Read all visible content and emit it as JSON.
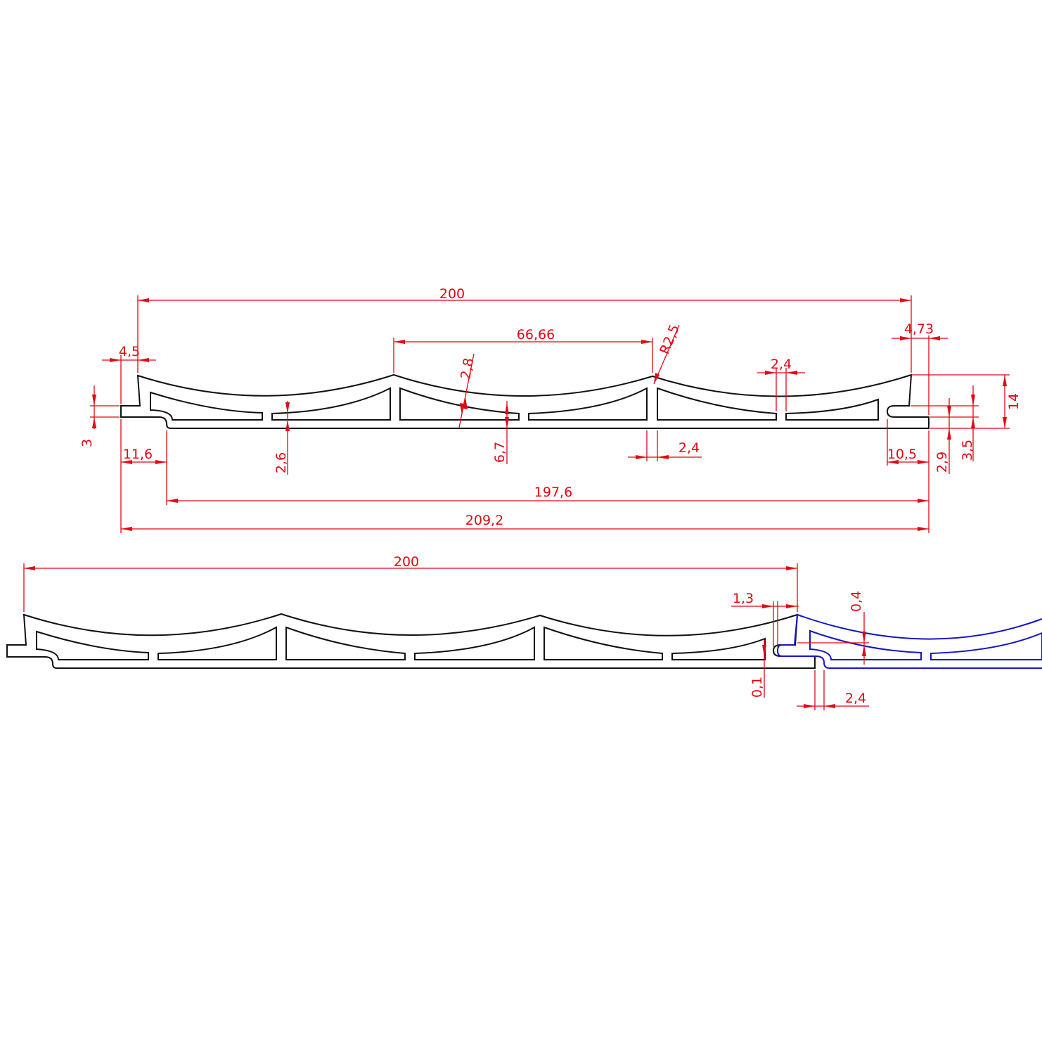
{
  "colors": {
    "background": "#ffffff",
    "profile": "#111111",
    "dimension": "#e30613",
    "adjacent_profile": "#1515c8"
  },
  "top_view": {
    "dims": {
      "overall_200": "200",
      "pitch": "66,66",
      "radius": "R2,5",
      "right_offset": "4,73",
      "left_offset": "4,5",
      "skin_thickness": "2,8",
      "web_thickness_top": "2,4",
      "web_thickness_bottom": "2,4",
      "height": "14",
      "tongue": "3",
      "rib_height": "2,6",
      "cavity_height": "6,7",
      "groove_depth": "2,9",
      "groove_height": "3,5",
      "left_step": "11,6",
      "right_step": "10,5",
      "base_width": "197,6",
      "total_width": "209,2"
    }
  },
  "bottom_view": {
    "dims": {
      "overall_200": "200",
      "gap_1_3": "1,3",
      "gap_0_4": "0,4",
      "gap_0_1": "0,1",
      "gap_2_4": "2,4"
    }
  }
}
